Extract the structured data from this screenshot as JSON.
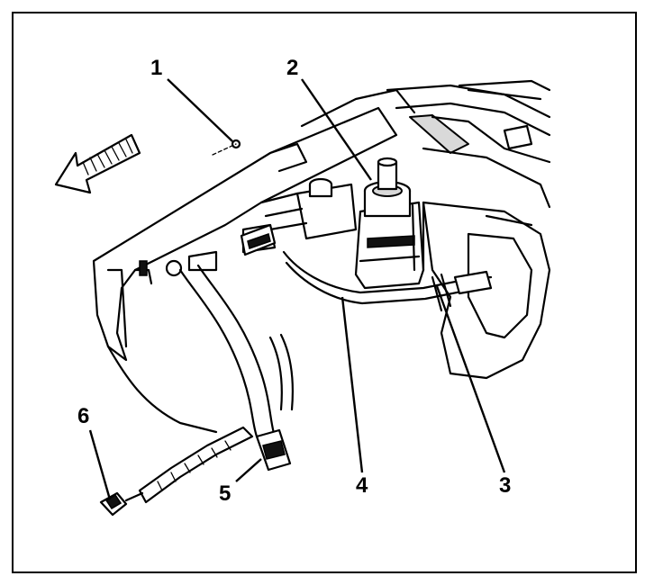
{
  "figure": {
    "callouts": [
      {
        "id": "1",
        "label": "1"
      },
      {
        "id": "2",
        "label": "2"
      },
      {
        "id": "3",
        "label": "3"
      },
      {
        "id": "4",
        "label": "4"
      },
      {
        "id": "5",
        "label": "5"
      },
      {
        "id": "6",
        "label": "6"
      }
    ],
    "front_arrow_icon": "arrow-left-front-icon",
    "colors": {
      "line": "#000000",
      "background": "#ffffff",
      "shade": "#d9d9d9"
    }
  }
}
